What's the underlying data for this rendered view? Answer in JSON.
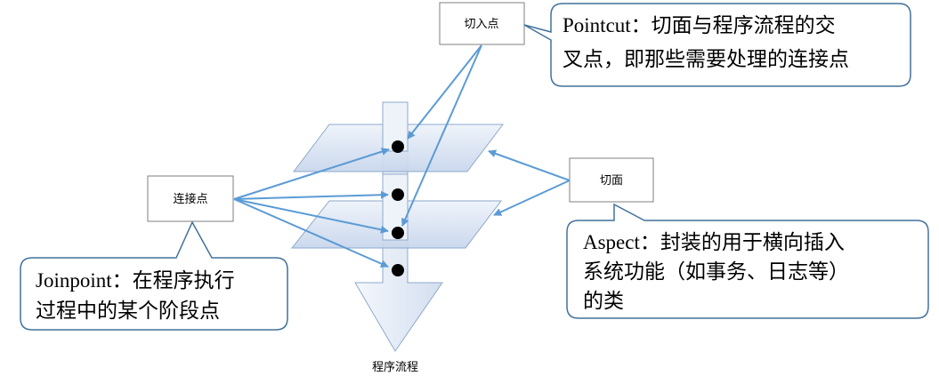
{
  "labels": {
    "pointcut_box": "切入点",
    "aspect_box": "切面",
    "joinpoint_box": "连接点",
    "flow_label": "程序流程"
  },
  "callouts": {
    "pointcut": [
      "Pointcut：切面与程序流程的交",
      "叉点，即那些需要处理的连接点"
    ],
    "aspect": [
      "Aspect：封装的用于横向插入",
      "系统功能（如事务、日志等）",
      "的类"
    ],
    "joinpoint": [
      "Joinpoint：在程序执行",
      "过程中的某个阶段点"
    ]
  },
  "colors": {
    "arrow": "#5b9bd5",
    "callout_border": "#41719c",
    "plane_fill_top": "#e8eef8",
    "plane_fill_bottom": "#c9d6ec",
    "plane_border": "#8ea9cc",
    "box_border": "#7f7f7f"
  }
}
